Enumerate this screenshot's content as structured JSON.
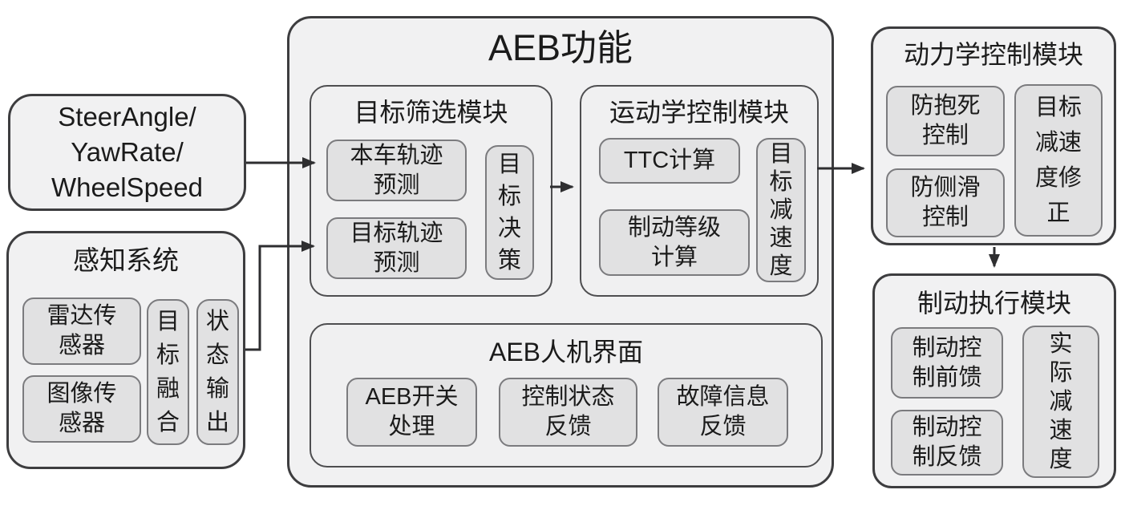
{
  "diagram": {
    "left": {
      "signals_box": {
        "label": "SteerAngle/\nYawRate/\nWheelSpeed"
      },
      "perception": {
        "title": "感知系统",
        "radar_sensor": "雷达传\n感器",
        "image_sensor": "图像传\n感器",
        "target_fusion": "目\n标\n融\n合",
        "status_output": "状\n态\n输\n出"
      }
    },
    "aeb": {
      "title": "AEB功能",
      "target_screening": {
        "title": "目标筛选模块",
        "ego_trajectory_prediction": "本车轨迹\n预测",
        "target_trajectory_prediction": "目标轨迹\n预测",
        "target_decision": "目\n标\n决\n策"
      },
      "kinematics": {
        "title": "运动学控制模块",
        "ttc_calculation": "TTC计算",
        "brake_level_calculation": "制动等级\n计算",
        "target_deceleration": "目\n标\n减\n速\n度"
      },
      "hmi": {
        "title": "AEB人机界面",
        "switch_processing": "AEB开关\n处理",
        "control_status_feedback": "控制状态\n反馈",
        "fault_info_feedback": "故障信息\n反馈"
      }
    },
    "right": {
      "dynamics": {
        "title": "动力学控制模块",
        "antilock_control": "防抱死\n控制",
        "antiskid_control": "防侧滑\n控制",
        "target_decel_correction": "目标\n减速\n度修\n正"
      },
      "brake_execution": {
        "title": "制动执行模块",
        "brake_control_feedforward": "制动控\n制前馈",
        "brake_control_feedback": "制动控\n制反馈",
        "actual_deceleration": "实\n际\n减\n速\n度"
      }
    },
    "colors": {
      "background": "#ffffff",
      "outer_fill": "#f1f1f2",
      "outer_border": "#3d3d3f",
      "leaf_fill": "#e1e1e2",
      "leaf_border": "#7b7b7e",
      "arrow": "#2e2e30",
      "text": "#1b1b1b"
    }
  }
}
